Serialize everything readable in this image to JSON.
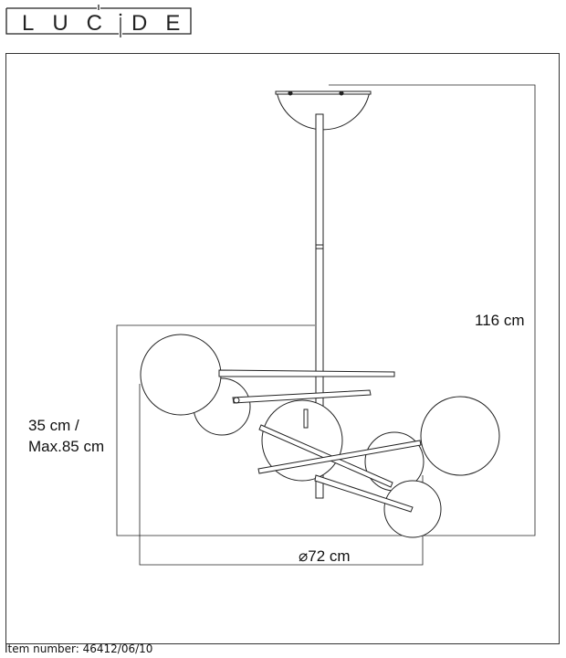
{
  "brand": {
    "logo_text": "LUCIDE"
  },
  "dimensions": {
    "height_total": "116 cm",
    "height_body_line1": "35 cm /",
    "height_body_line2": "Max.85 cm",
    "diameter": "72 cm"
  },
  "footer": {
    "item_number": "Item number: 46412/06/10"
  }
}
